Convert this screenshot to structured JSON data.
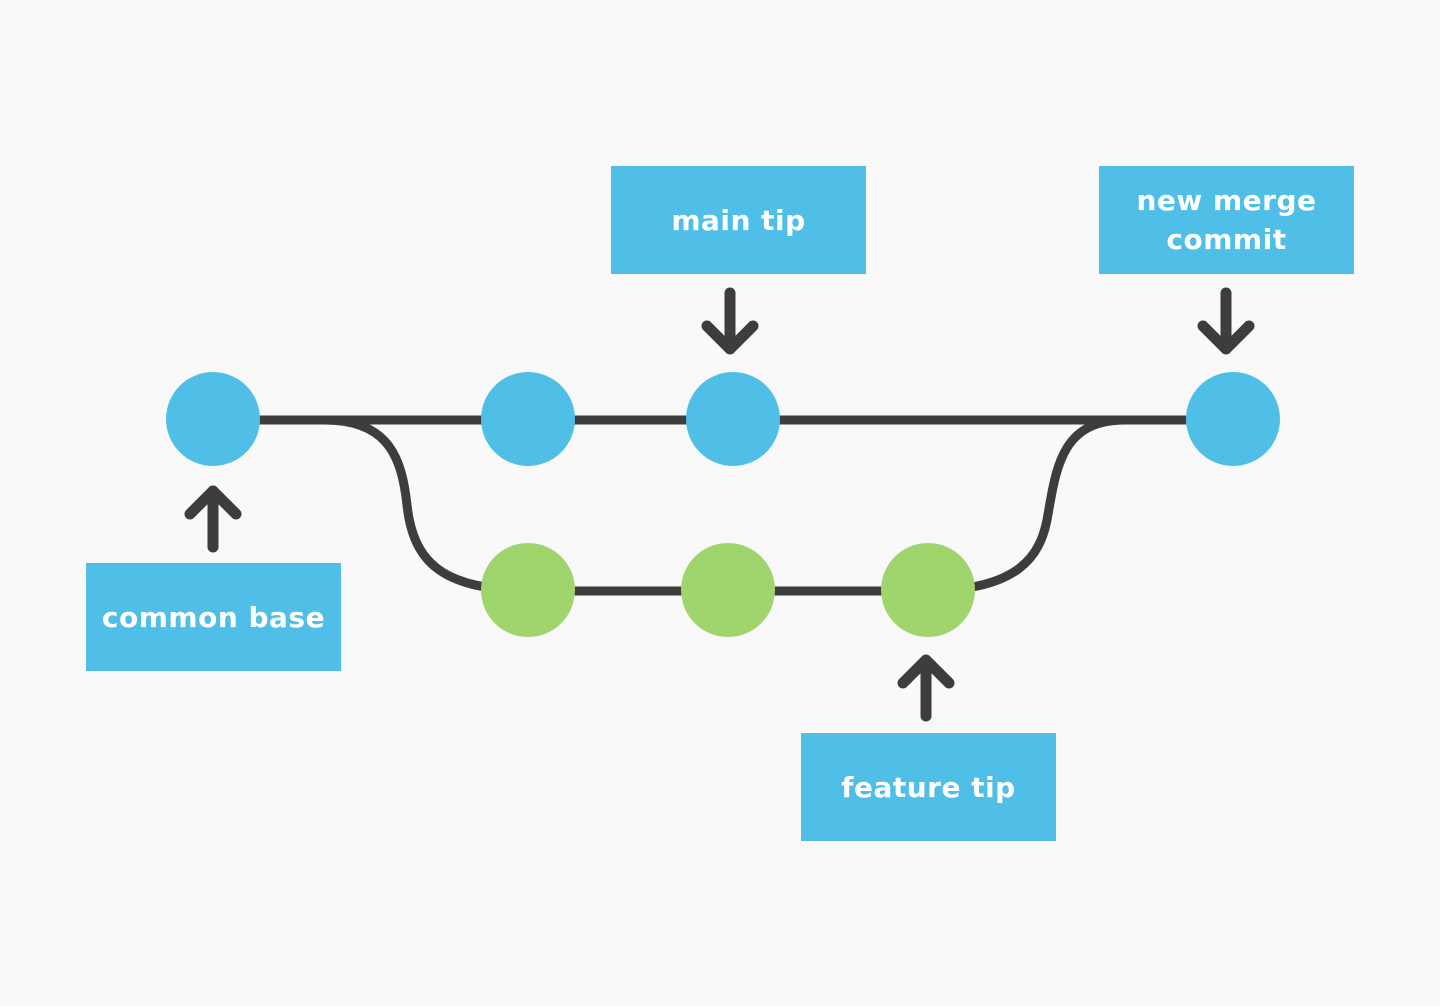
{
  "colors": {
    "background": "#f9f9f9",
    "main_commit": "#4fbfe7",
    "feature_commit": "#a0d46c",
    "line": "#3d3d3d",
    "label_box": "#4fbfe7",
    "label_text": "#ffffff"
  },
  "labels": {
    "main_tip": "main tip",
    "new_merge_commit": "new merge\ncommit",
    "common_base": "common base",
    "feature_tip": "feature tip"
  },
  "commits": {
    "main": [
      {
        "id": "common-base"
      },
      {
        "id": "main-2"
      },
      {
        "id": "main-tip"
      },
      {
        "id": "merge"
      }
    ],
    "feature": [
      {
        "id": "feature-1"
      },
      {
        "id": "feature-2"
      },
      {
        "id": "feature-tip"
      }
    ]
  }
}
